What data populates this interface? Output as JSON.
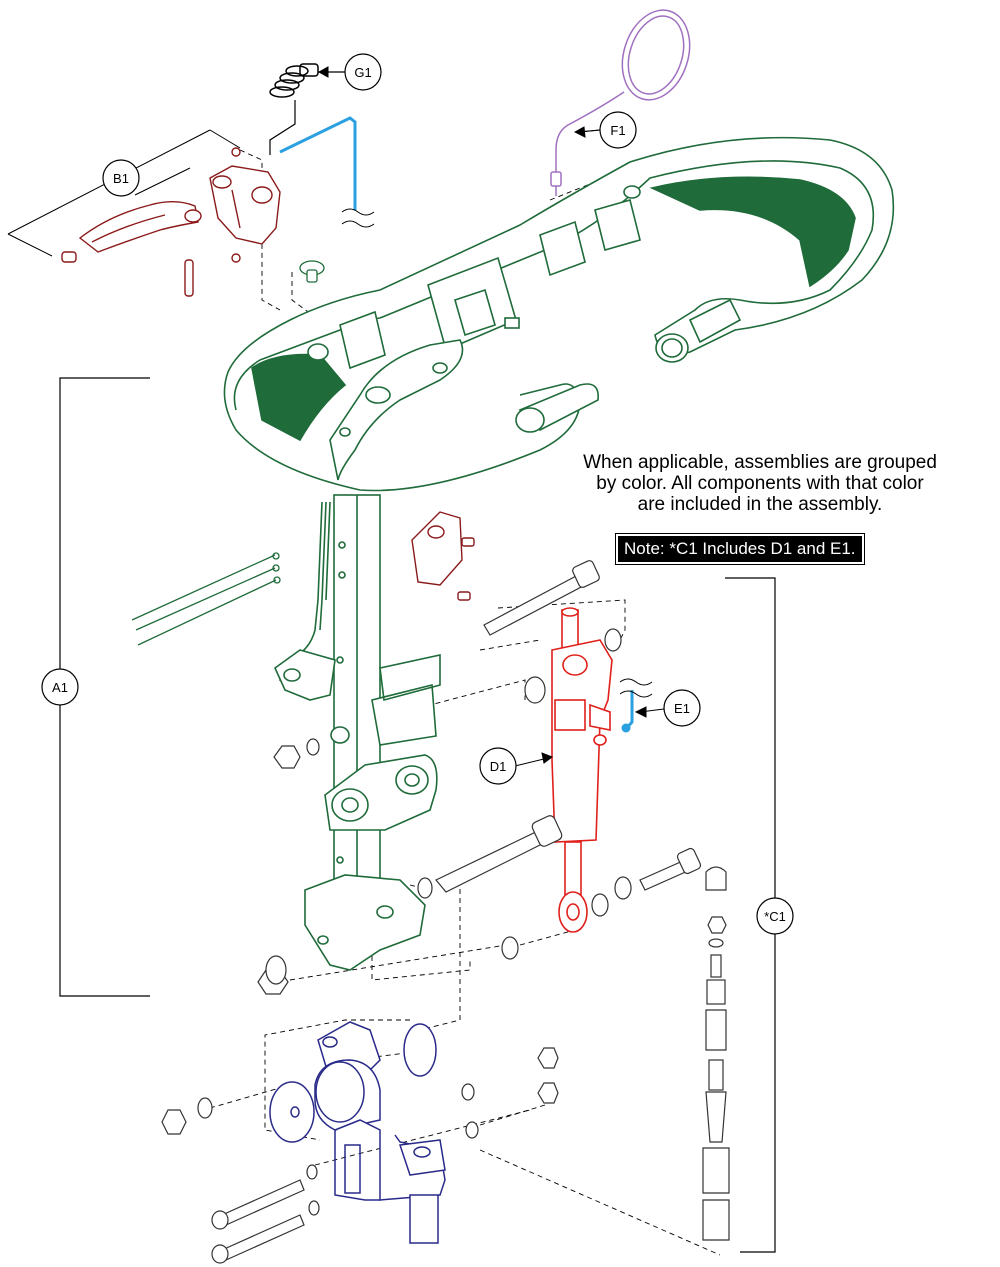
{
  "callouts": {
    "g1": "G1",
    "b1": "B1",
    "f1": "F1",
    "a1": "A1",
    "e1": "E1",
    "d1": "D1",
    "c1": "*C1"
  },
  "note": {
    "line1": "When applicable, assemblies are grouped",
    "line2": "by color. All components with that color",
    "line3": "are included in the assembly."
  },
  "note_box": "Note: *C1 Includes D1 and E1.",
  "colors": {
    "tiller_green": "#1f6b3a",
    "handle_red": "#8b1a1a",
    "actuator_red": "#e0201a",
    "cable_blue": "#2aa0e0",
    "mirror_purple": "#a070c0",
    "mount_navy": "#2a2a8a",
    "line_black": "#000000"
  }
}
